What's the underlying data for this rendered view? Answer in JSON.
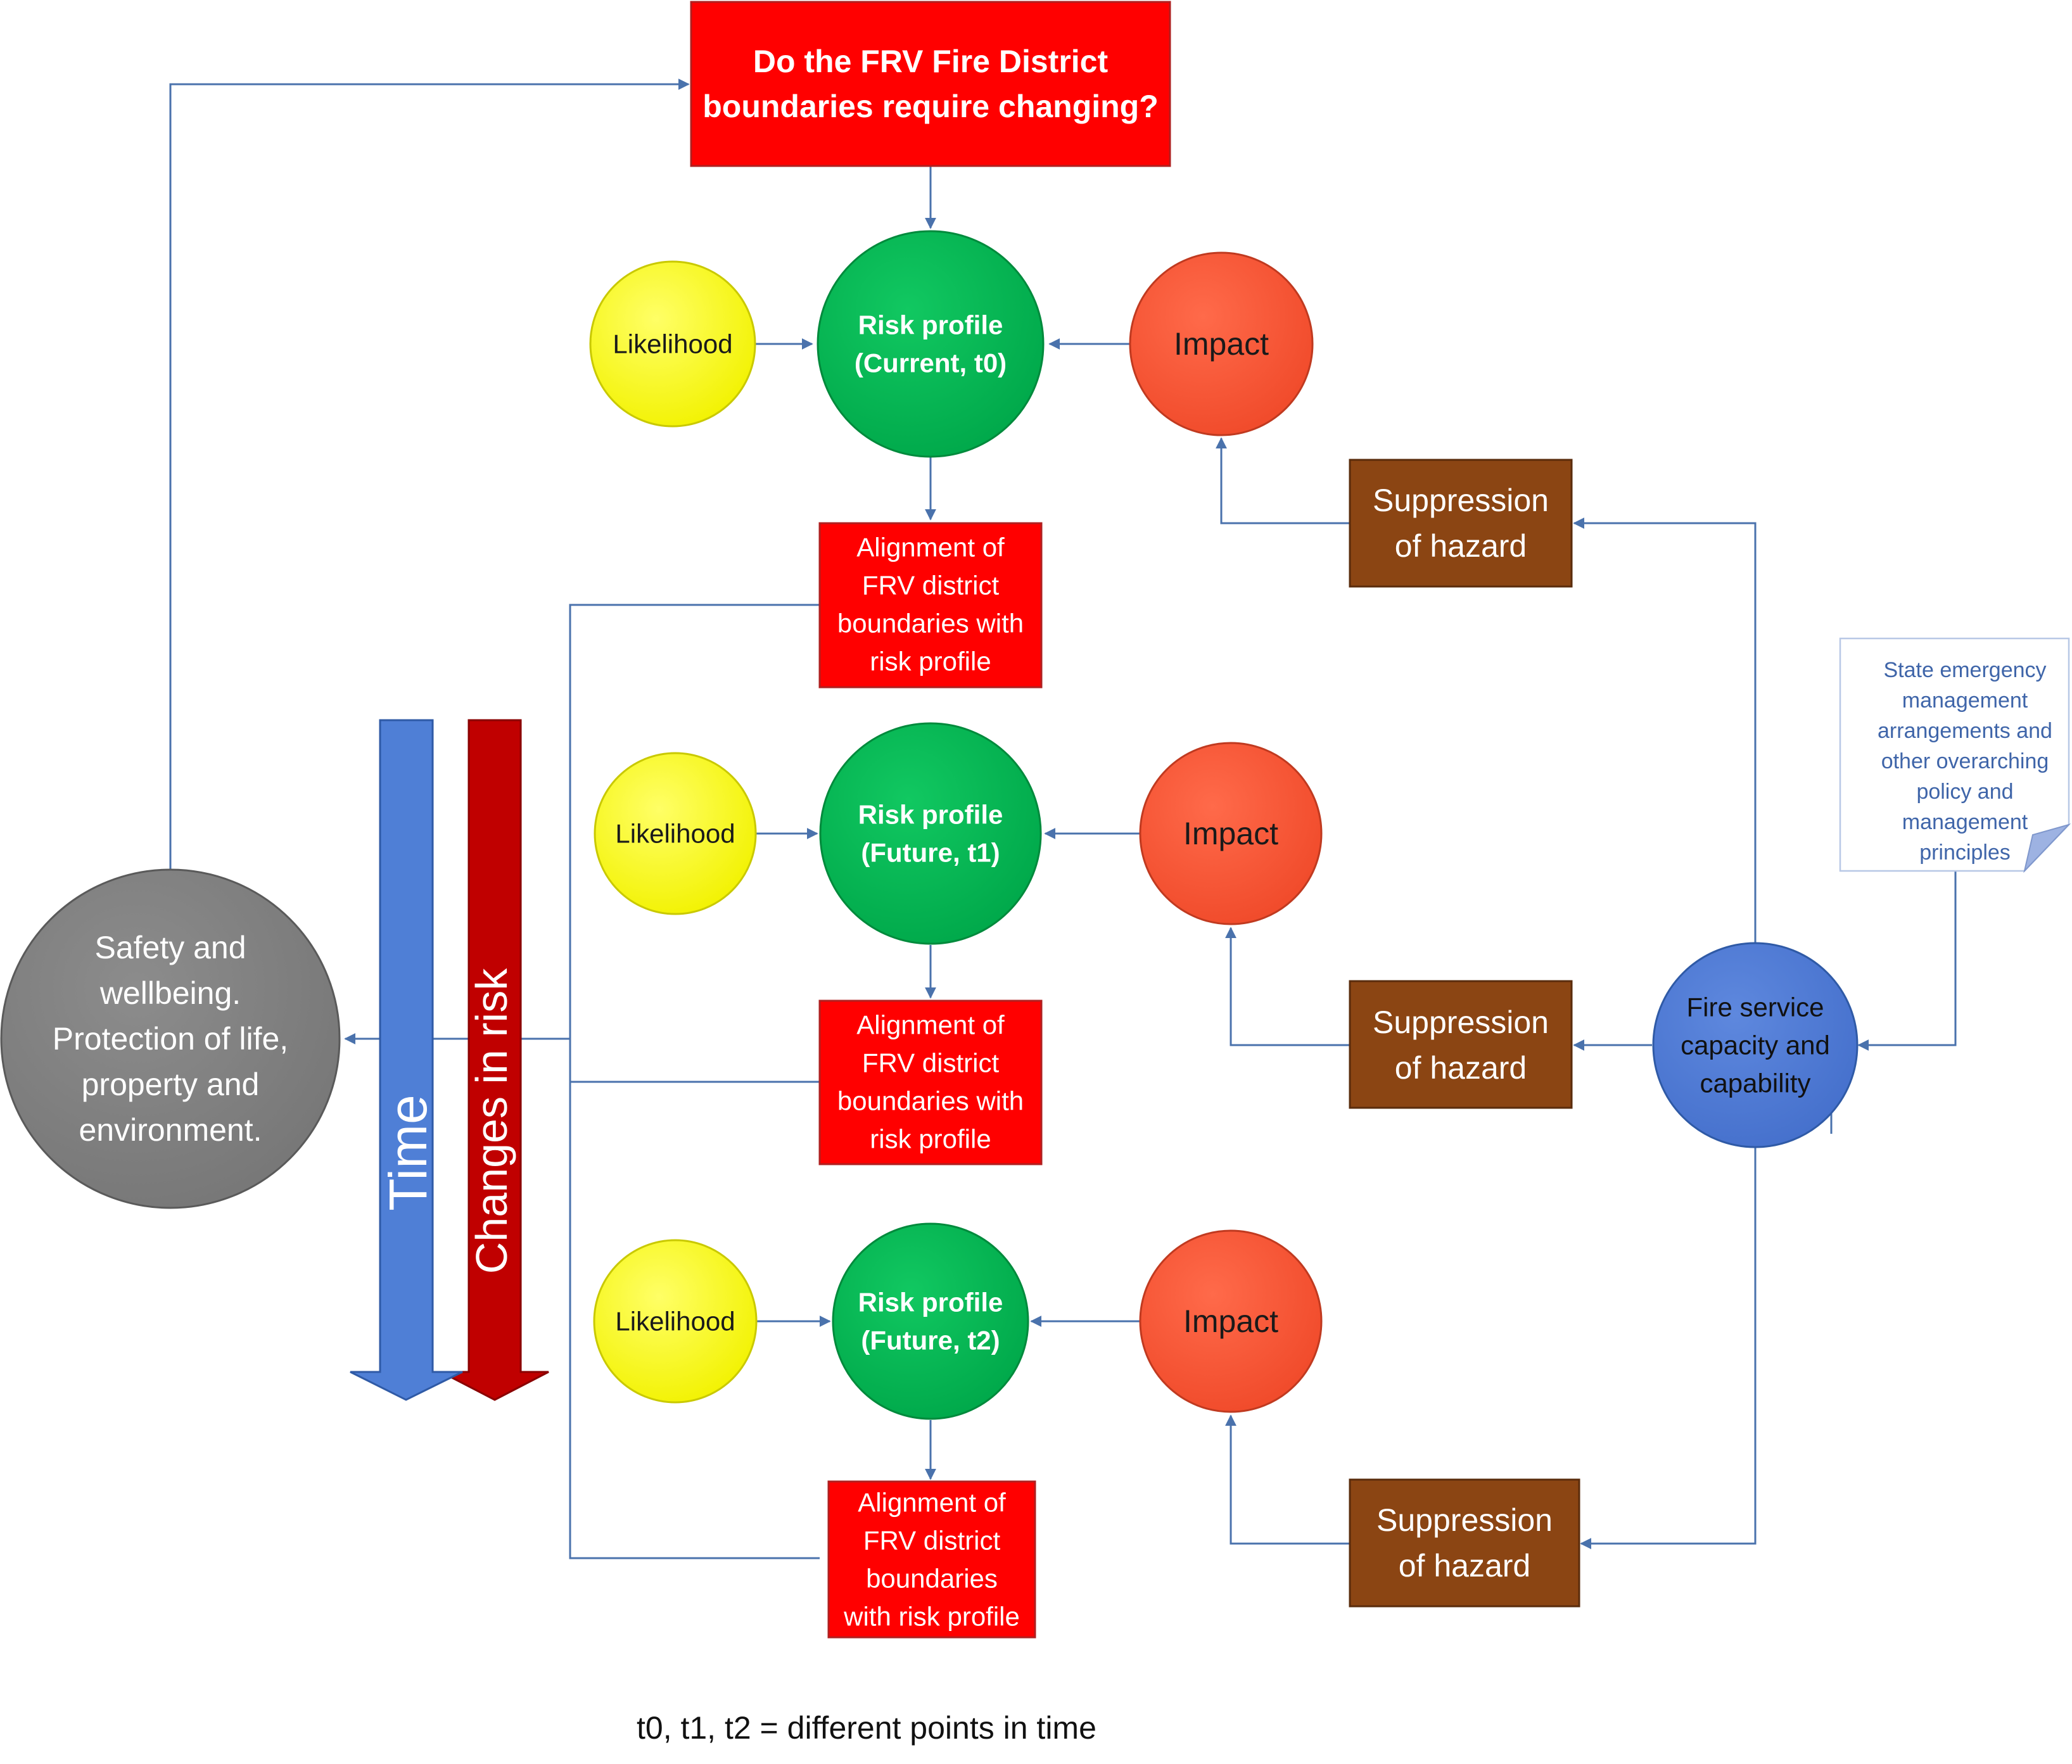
{
  "question_box": {
    "lines": [
      "Do the FRV Fire District",
      "boundaries require changing?"
    ]
  },
  "rows": [
    {
      "likelihood": "Likelihood",
      "risk_profile": [
        "Risk profile",
        "(Current, t0)"
      ],
      "impact": "Impact",
      "suppression": [
        "Suppression",
        "of hazard"
      ],
      "alignment": [
        "Alignment of",
        "FRV district",
        "boundaries with",
        "risk profile"
      ]
    },
    {
      "likelihood": "Likelihood",
      "risk_profile": [
        "Risk profile",
        "(Future, t1)"
      ],
      "impact": "Impact",
      "suppression": [
        "Suppression",
        "of hazard"
      ],
      "alignment": [
        "Alignment of",
        "FRV district",
        "boundaries with",
        "risk profile"
      ]
    },
    {
      "likelihood": "Likelihood",
      "risk_profile": [
        "Risk profile",
        "(Future, t2)"
      ],
      "impact": "Impact",
      "suppression": [
        "Suppression",
        "of hazard"
      ],
      "alignment": [
        "Alignment of",
        "FRV district",
        "boundaries",
        "with risk profile"
      ]
    }
  ],
  "safety_circle": {
    "lines": [
      "Safety and",
      "wellbeing.",
      "Protection of life,",
      "property and",
      "environment."
    ]
  },
  "fire_service": {
    "lines": [
      "Fire service",
      "capacity and",
      "capability"
    ]
  },
  "policy_note": {
    "lines": [
      "State emergency",
      "management",
      "arrangements and",
      "other overarching",
      "policy and",
      "management",
      "principles"
    ]
  },
  "time_arrow": {
    "label": "Time"
  },
  "risk_arrow": {
    "label": "Changes in risk"
  },
  "footnote": "t0, t1, t2 =  different points in time",
  "colors": {
    "question_fill": "#ff0000",
    "alignment_fill": "#ff0000",
    "likelihood_fill": "#ffff00",
    "risk_fill": "#00b050",
    "impact_fill": "#ff5533",
    "suppression_fill": "#8b4513",
    "fire_service_fill": "#4f78d4",
    "safety_fill": "#808080",
    "time_arrow_fill": "#4f7fd6",
    "risk_arrow_fill": "#c00000",
    "connector": "#4a72ac",
    "policy_text": "#3f65a9"
  }
}
